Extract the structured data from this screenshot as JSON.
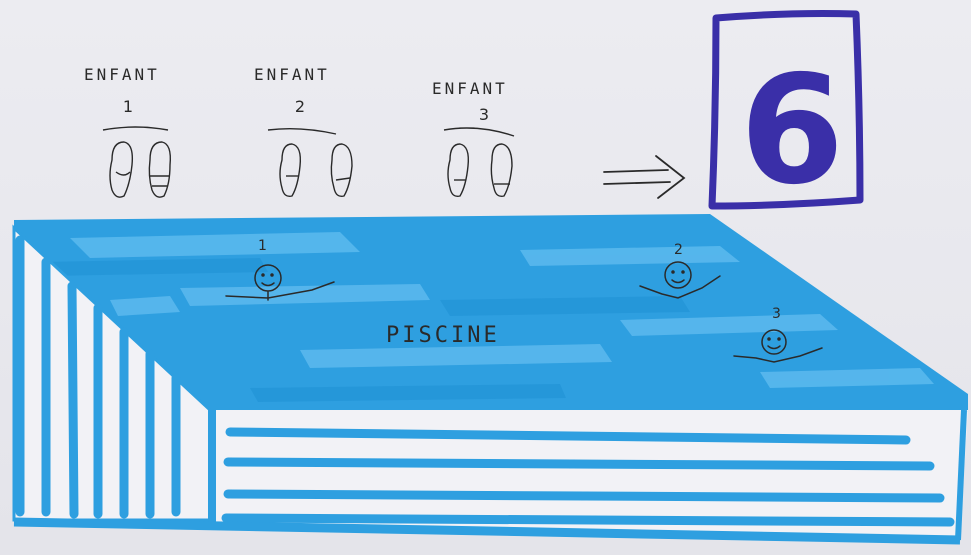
{
  "children": [
    {
      "label": "ENFANT",
      "number": "1"
    },
    {
      "label": "ENFANT",
      "number": "2"
    },
    {
      "label": "ENFANT",
      "number": "3"
    }
  ],
  "arrow": "=>",
  "result": "6",
  "pool": {
    "label": "PISCINE",
    "swimmers": [
      "1",
      "2",
      "3"
    ]
  },
  "colors": {
    "water": "#2e9fe0",
    "water_light": "#68c3f0",
    "box": "#3a2fa8",
    "ink": "#2a2a2a"
  }
}
